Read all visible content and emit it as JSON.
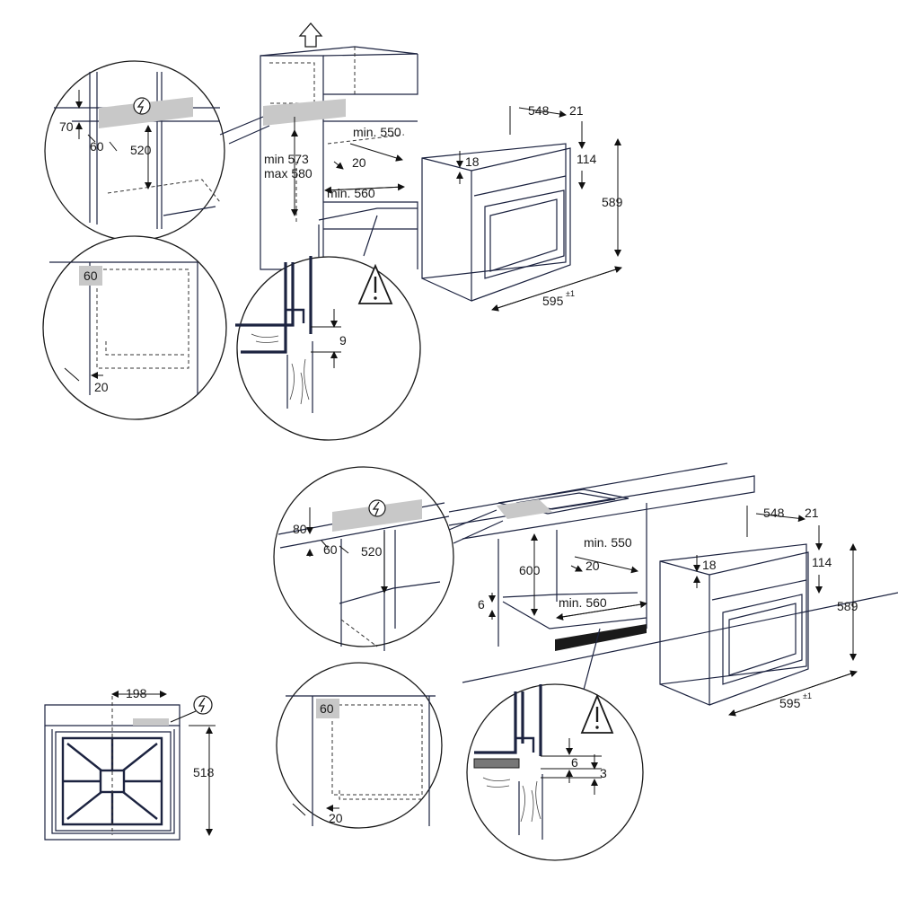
{
  "dimensions": {
    "d70": "70",
    "d60": "60",
    "d520": "520",
    "min573": "min 573",
    "max580": "max 580",
    "min550": "min. 550",
    "d20": "20",
    "min560": "min. 560",
    "d9": "9",
    "d548": "548",
    "d21": "21",
    "d18": "18",
    "d114": "114",
    "d589": "589",
    "d595": "595",
    "tol": "±1",
    "d80": "80",
    "d600": "600",
    "d6": "6",
    "d3": "3",
    "d198": "198",
    "d518": "518"
  },
  "icons": [
    "arrow-up-icon",
    "electric-connection-icon",
    "warning-triangle-icon"
  ],
  "colors": {
    "line": "#1c2340",
    "highlight_gray": "#c8c8c8",
    "text": "#1a1a1a"
  }
}
